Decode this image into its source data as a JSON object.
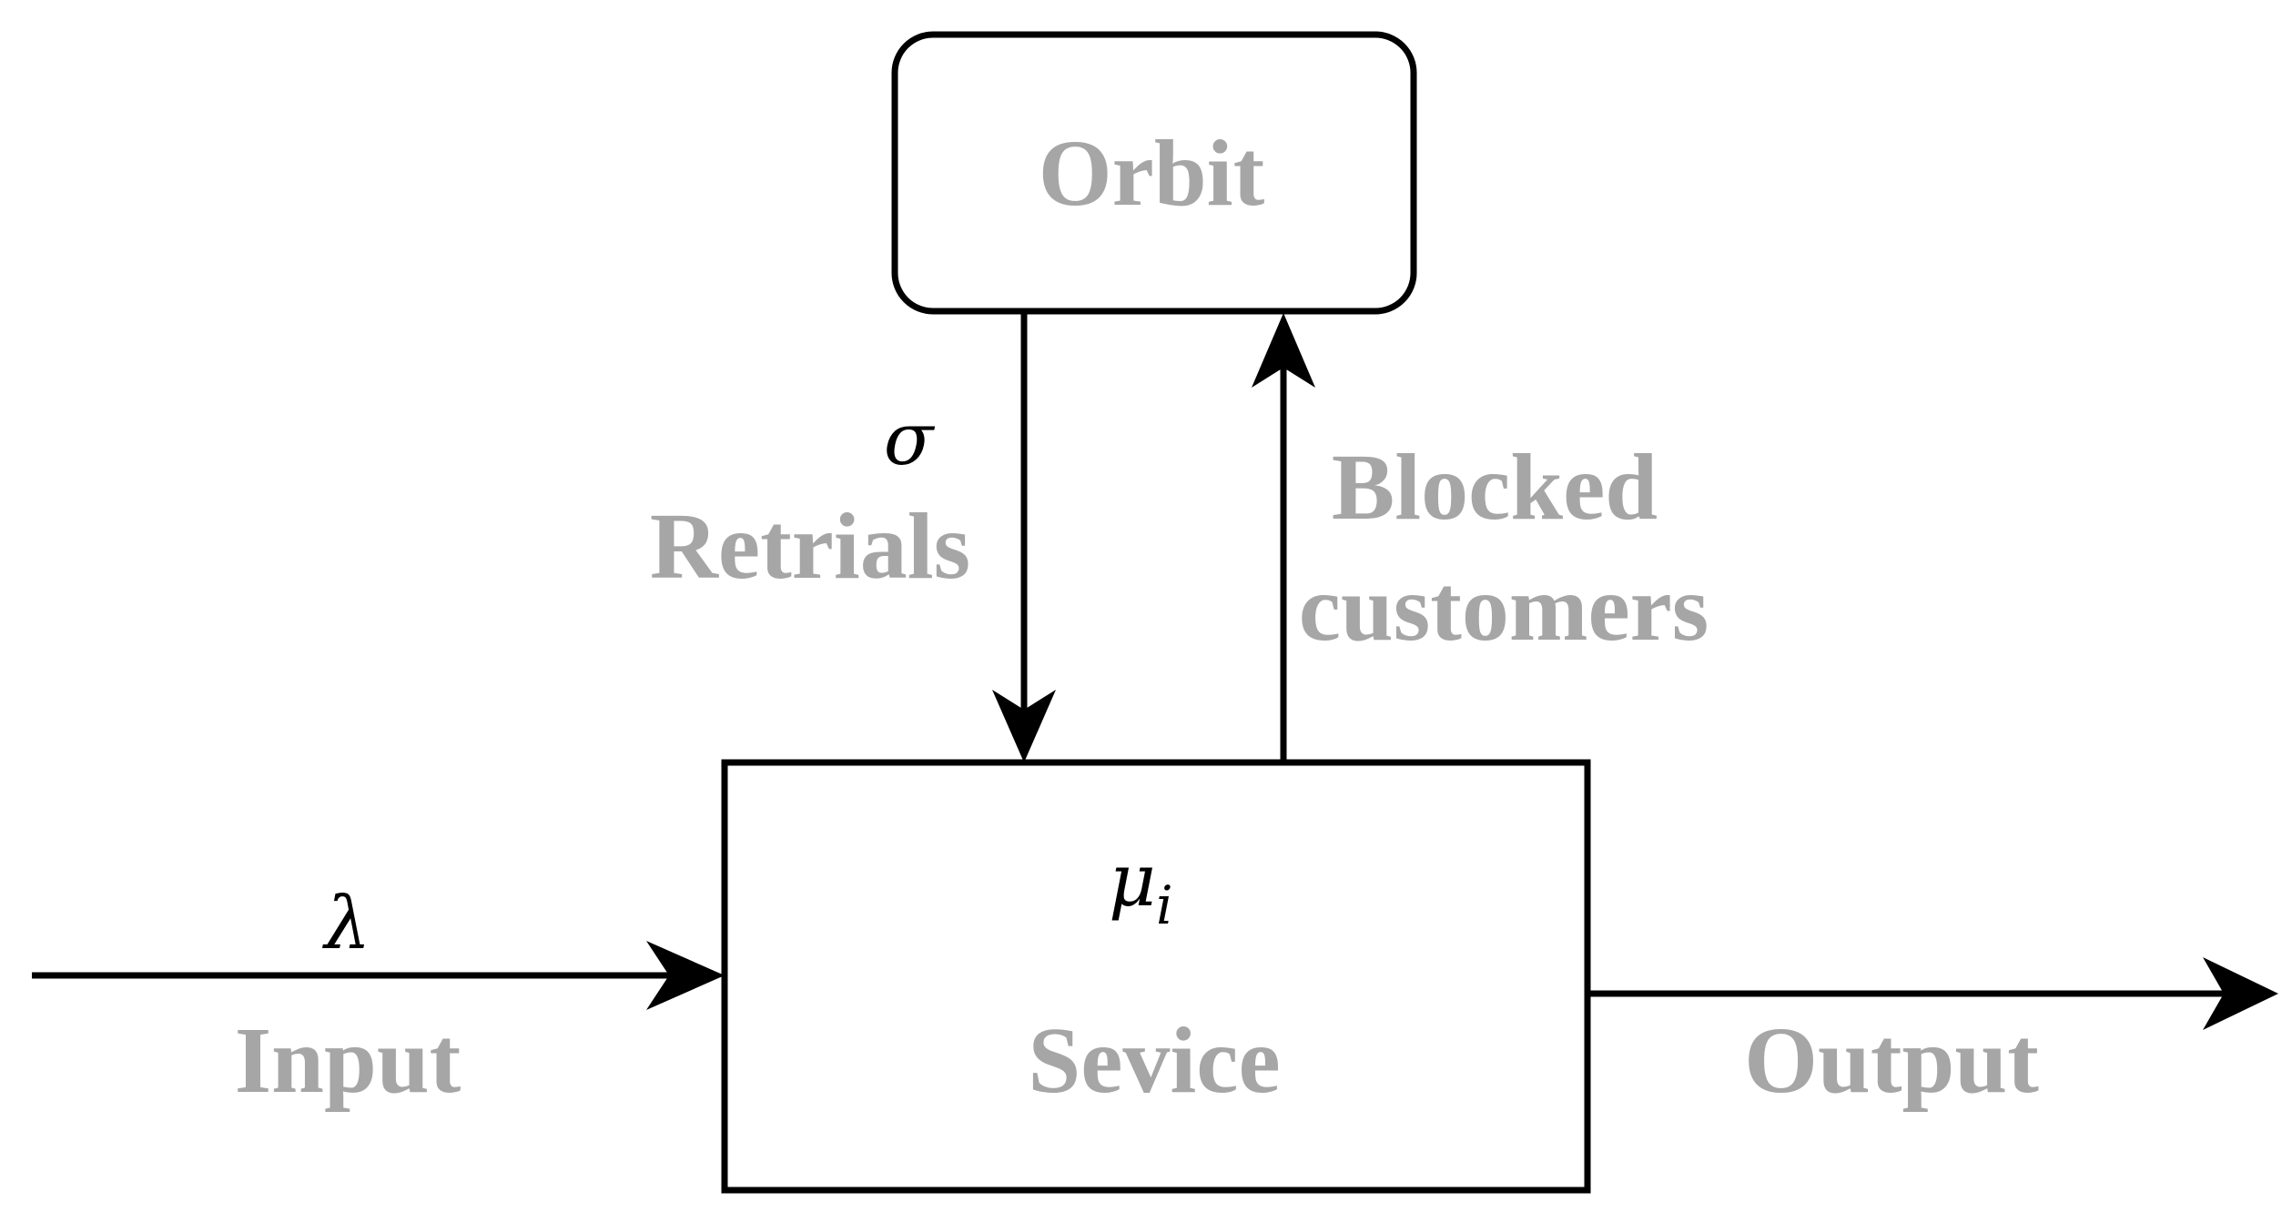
{
  "orbit": {
    "label": "Orbit"
  },
  "service": {
    "label": "Sevice",
    "rate_symbol": "μ",
    "rate_subscript": "i"
  },
  "retrials": {
    "label": "Retrials",
    "rate_symbol": "σ"
  },
  "blocked": {
    "label_line1": "Blocked",
    "label_line2": "customers"
  },
  "input": {
    "label": "Input",
    "rate_symbol": "λ"
  },
  "output": {
    "label": "Output"
  },
  "colors": {
    "label_gray": "#a6a6a6",
    "stroke": "#000000"
  }
}
